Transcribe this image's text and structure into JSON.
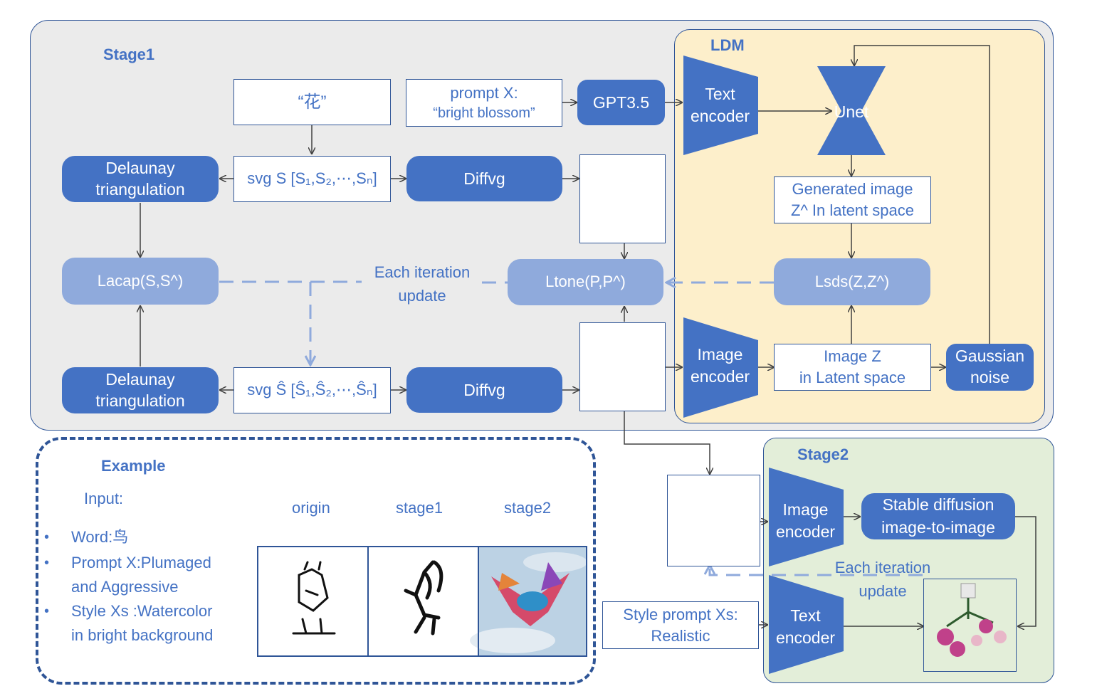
{
  "stage1": {
    "label": "Stage1",
    "char_box": "“花”",
    "prompt_line1": "prompt X:",
    "prompt_line2": "“bright blossom”",
    "gpt": "GPT3.5",
    "svg_top": "svg S [S₁,S₂,⋯,Sₙ]",
    "svg_bottom": "svg Ŝ [Ŝ₁,Ŝ₂,⋯,Ŝₙ]",
    "delaunay_top_1": "Delaunay",
    "delaunay_top_2": "triangulation",
    "delaunay_bottom_1": "Delaunay",
    "delaunay_bottom_2": "triangulation",
    "diffvg_top": "Diffvg",
    "diffvg_bottom": "Diffvg",
    "lacap": "Lacap(S,S^)",
    "ltone": "Ltone(P,P^)",
    "each_iter_1": "Each iteration",
    "each_iter_2": "update"
  },
  "ldm": {
    "label": "LDM",
    "text_enc_1": "Text",
    "text_enc_2": "encoder",
    "unet": "Unet",
    "generated_1": "Generated image",
    "generated_2": "Z^ In latent space",
    "lsds": "Lsds(Z,Z^)",
    "image_enc_1": "Image",
    "image_enc_2": "encoder",
    "image_z_1": "Image Z",
    "image_z_2": "in Latent space",
    "gaussian_1": "Gaussian",
    "gaussian_2": "noise"
  },
  "stage2": {
    "label": "Stage2",
    "image_enc_1": "Image",
    "image_enc_2": "encoder",
    "sd_1": "Stable diffusion",
    "sd_2": "image-to-image",
    "each_iter_1": "Each iteration",
    "each_iter_2": "update",
    "text_enc_1": "Text",
    "text_enc_2": "encoder",
    "style_1": "Style prompt Xs:",
    "style_2": "Realistic"
  },
  "example": {
    "label": "Example",
    "input": "Input:",
    "word": "Word:鸟",
    "prompt_1": "Prompt X:Plumaged",
    "prompt_2": "and Aggressive",
    "style_1": "Style Xs :Watercolor",
    "style_2": "in bright background",
    "col_origin": "origin",
    "col_stage1": "stage1",
    "col_stage2": "stage2"
  },
  "colors": {
    "stage1_bg": "#ebebeb",
    "ldm_bg": "#fdefcb",
    "stage2_bg": "#e3eed9",
    "accent": "#4472c4",
    "light_accent": "#8faadc",
    "border": "#2f5597"
  }
}
